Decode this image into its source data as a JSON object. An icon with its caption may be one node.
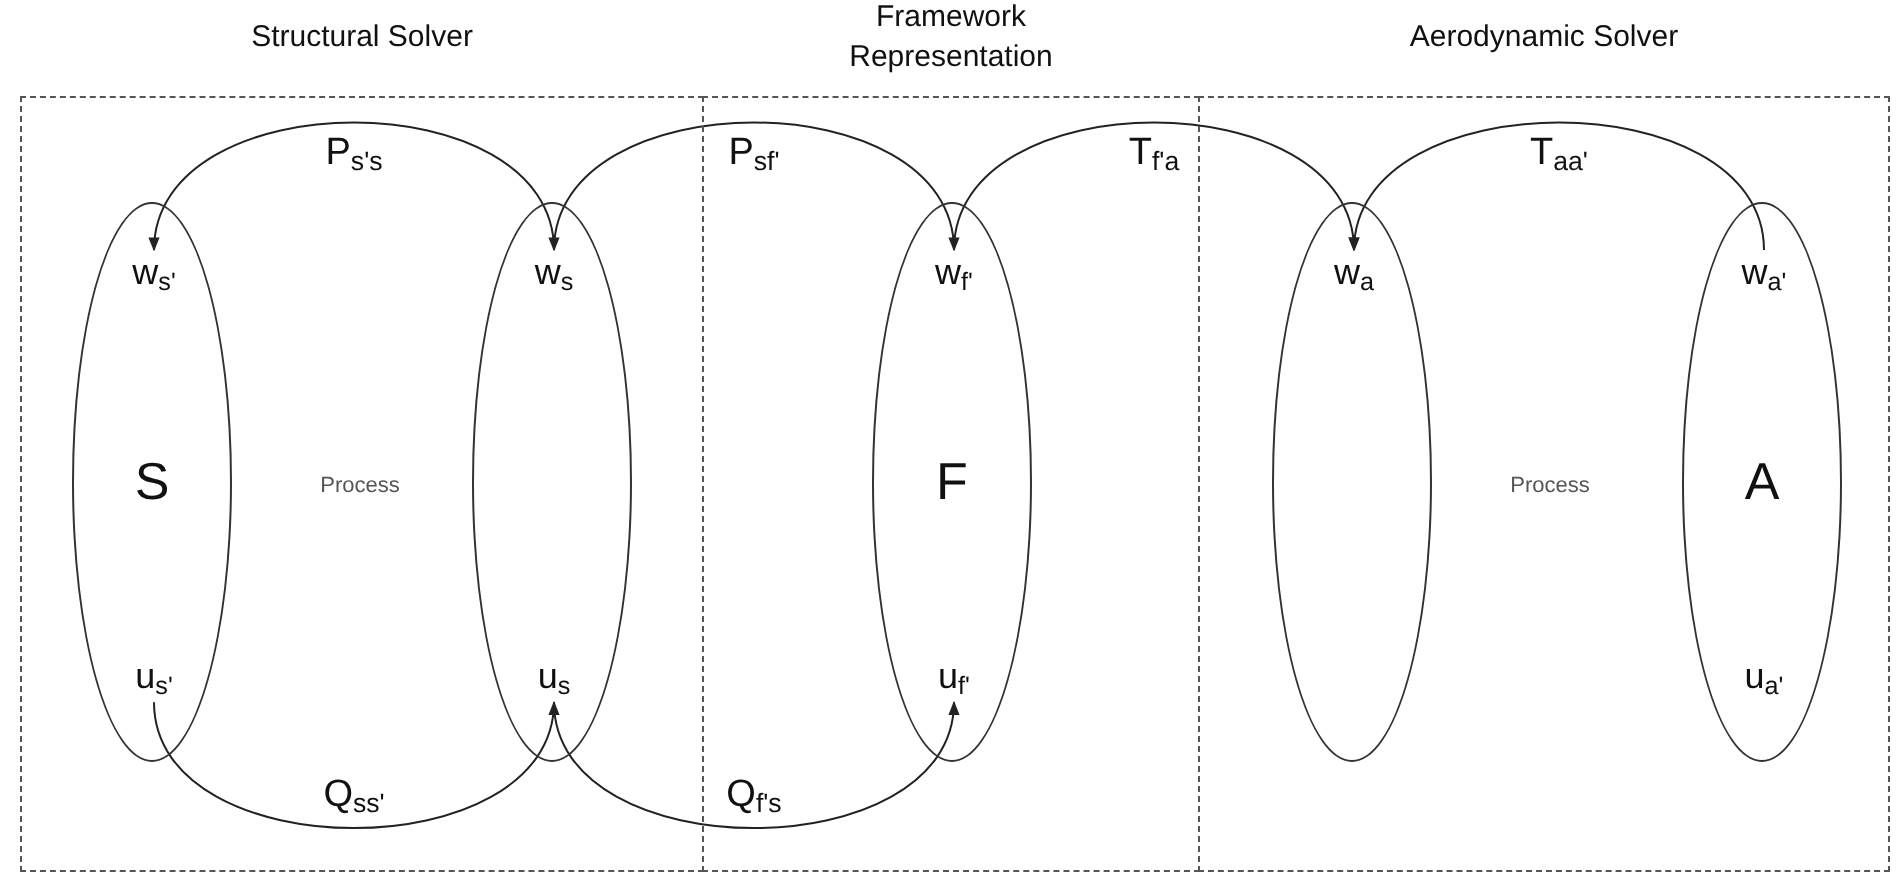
{
  "diagram": {
    "nodes": [
      {
        "text": [
          "Structural Solver"
        ]
      },
      {
        "text": [
          "Framework Representation"
        ]
      },
      {
        "text": [
          "Aerodynamic Solver"
        ]
      },
      {
        "text": [
          "S"
        ],
        "in": 0
      },
      {
        "text": [
          "w$_{s'}$"
        ],
        "in": 3
      },
      {
        "text": [
          "u$_{s'}$"
        ],
        "in": 3
      },
      {
        "text": [],
        "shape": "ellipse",
        "in": 0
      },
      {
        "text": [
          "w$_{s}$"
        ],
        "in": 6
      },
      {
        "text": [
          "u$_{s}$"
        ],
        "in": 6
      },
      {
        "text": [
          "F"
        ],
        "in": 1
      },
      {
        "text": [
          "w$_{f'}$"
        ],
        "in": 9
      },
      {
        "text": [
          "u$_{f'}$"
        ],
        "in": 9
      },
      {
        "text": [],
        "shape": "ellipse",
        "in": 2
      },
      {
        "text": [
          "w$_{a}$"
        ],
        "in": 12
      },
      {
        "text": [
          "A"
        ],
        "in": 2
      },
      {
        "text": [
          "w$_{a'}$"
        ],
        "in": 14
      },
      {
        "text": [
          "u$_{a'}$"
        ],
        "in": 14
      }
    ],
    "edges": [
      {
        "from": 7,
        "to": 4,
        "arrow": "to",
        "label": "P$_{s's}$"
      },
      {
        "from": 10,
        "to": 7,
        "arrow": "both",
        "label": "P$_{sf'}$"
      },
      {
        "from": 10,
        "to": 13,
        "arrow": "to",
        "label": "T$_{f'a}$"
      },
      {
        "from": 15,
        "to": 13,
        "arrow": "to",
        "label": "T$_{aa'}$"
      },
      {
        "from": 5,
        "to": 8,
        "arrow": "to",
        "label": "Q$_{ss'}$"
      },
      {
        "from": 8,
        "to": 11,
        "arrow": "to",
        "label": "Q$_{f's}$"
      }
    ],
    "labels": [
      "Process",
      "Process"
    ]
  }
}
